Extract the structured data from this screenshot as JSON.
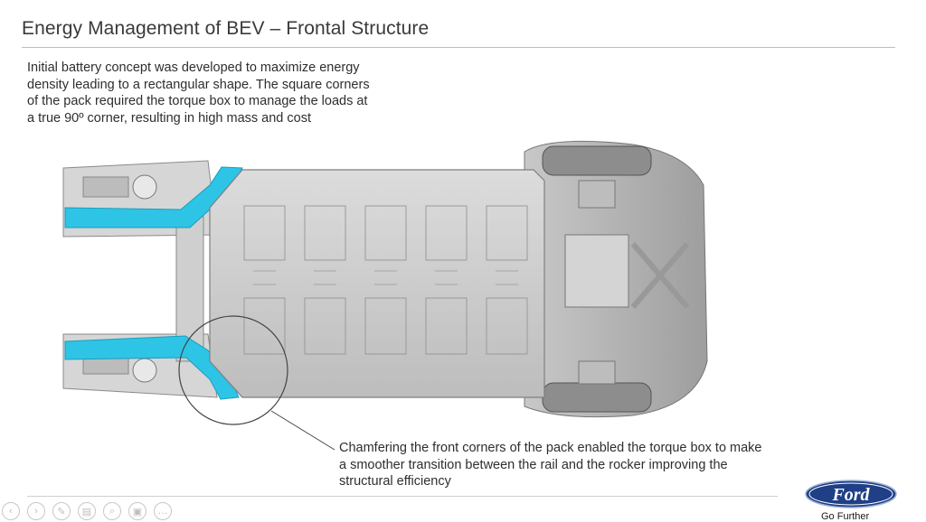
{
  "slide": {
    "title": "Energy Management of BEV – Frontal Structure"
  },
  "callouts": {
    "top": "Initial battery concept was developed to maximize energy density leading to a rectangular shape.  The square corners of the pack required the torque box to manage the loads at a true 90º corner, resulting in high mass and cost",
    "bottom": "Chamfering the front corners of the pack enabled the torque box to make a smoother transition between the rail and the rocker improving the structural efficiency"
  },
  "brand": {
    "logo_text": "Ford",
    "tagline": "Go Further",
    "logo_color": "#1f3f87"
  },
  "colors": {
    "highlight": "#2ec4e6",
    "structure": "#c9c9c9"
  },
  "nav": {
    "buttons": [
      "previous-icon",
      "next-icon",
      "pen-icon",
      "slides-icon",
      "zoom-icon",
      "subtitles-icon",
      "more-icon"
    ],
    "glyphs": [
      "‹",
      "›",
      "✎",
      "▤",
      "⌕",
      "▣",
      "…"
    ]
  }
}
